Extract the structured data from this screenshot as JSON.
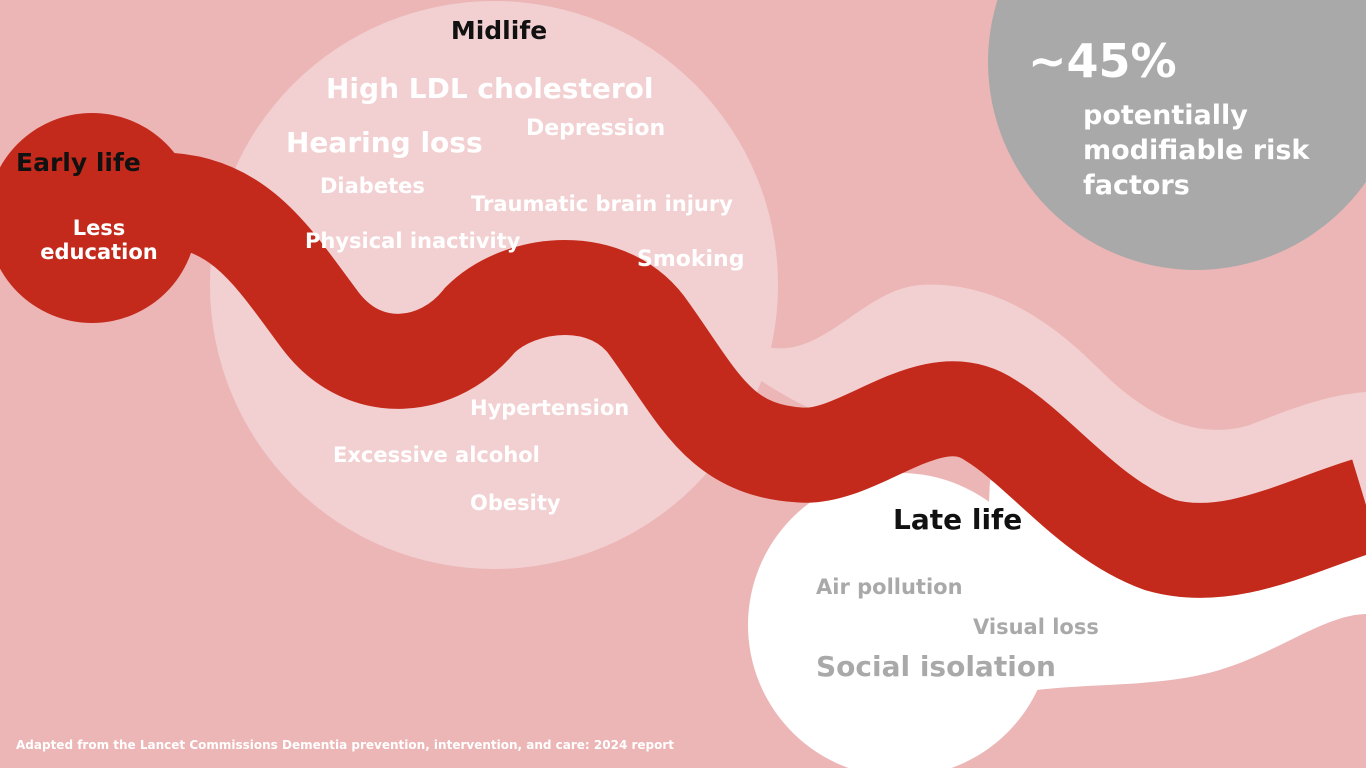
{
  "colors": {
    "background": "#ecb6b6",
    "midlife_circle": "#f2d0d1",
    "river": "#c42a1b",
    "late_life_circle": "#ffffff",
    "stat_circle": "#a9a9a9"
  },
  "stages": {
    "early_life": {
      "title": "Early life",
      "factors": [
        "Less education"
      ]
    },
    "midlife": {
      "title": "Midlife",
      "factors": [
        "High LDL cholesterol",
        "Hearing loss",
        "Depression",
        "Diabetes",
        "Traumatic brain injury",
        "Physical inactivity",
        "Smoking",
        "Hypertension",
        "Excessive alcohol",
        "Obesity"
      ]
    },
    "late_life": {
      "title": "Late life",
      "factors": [
        "Air pollution",
        "Visual loss",
        "Social isolation"
      ]
    }
  },
  "stat": {
    "value": "~45%",
    "label": "potentially modifiable risk factors"
  },
  "footer": "Adapted from the Lancet Commissions Dementia prevention, intervention, and care: 2024 report"
}
